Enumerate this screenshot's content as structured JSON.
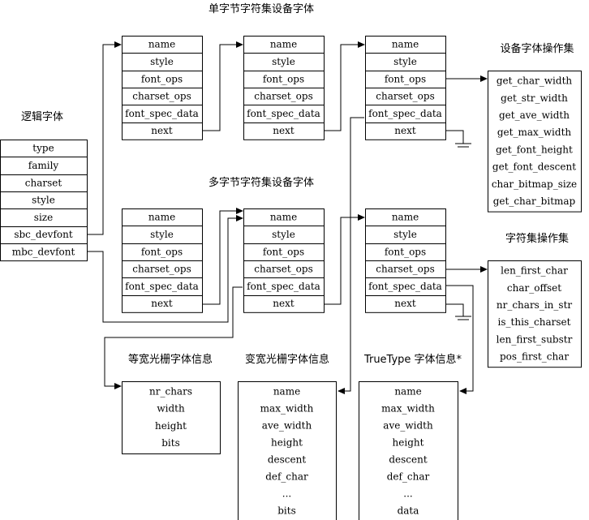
{
  "titles": {
    "logical_font": "逻辑字体",
    "sbc_devfont": "单字节字符集设备字体",
    "mbc_devfont": "多字节字符集设备字体",
    "devfont_ops": "设备字体操作集",
    "charset_ops": "字符集操作集",
    "mono_raster": "等宽光栅字体信息",
    "var_raster": "变宽光栅字体信息",
    "truetype": "TrueType 字体信息*"
  },
  "logical_font_fields": [
    "type",
    "family",
    "charset",
    "style",
    "size",
    "sbc_devfont",
    "mbc_devfont"
  ],
  "devfont_fields": [
    "name",
    "style",
    "font_ops",
    "charset_ops",
    "font_spec_data",
    "next"
  ],
  "devfont_ops_items": [
    "get_char_width",
    "get_str_width",
    "get_ave_width",
    "get_max_width",
    "get_font_height",
    "get_font_descent",
    "char_bitmap_size",
    "get_char_bitmap"
  ],
  "charset_ops_items": [
    "len_first_char",
    "char_offset",
    "nr_chars_in_str",
    "is_this_charset",
    "len_first_substr",
    "pos_first_char"
  ],
  "mono_raster_items": [
    "nr_chars",
    "width",
    "height",
    "bits"
  ],
  "var_raster_items": [
    "name",
    "max_width",
    "ave_width",
    "height",
    "descent",
    "def_char",
    "...",
    "bits"
  ],
  "truetype_items": [
    "name",
    "max_width",
    "ave_width",
    "height",
    "descent",
    "def_char",
    "...",
    "data"
  ]
}
